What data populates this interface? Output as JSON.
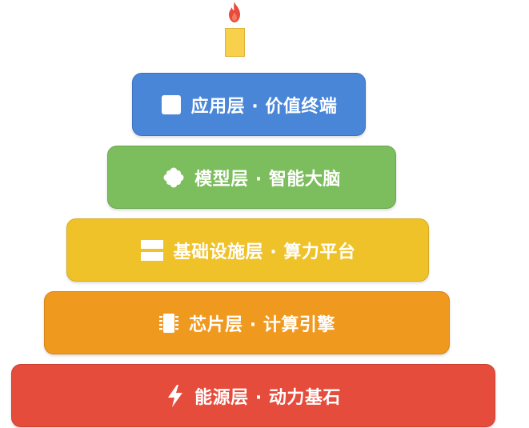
{
  "candle": {
    "flame_icon": "flame-icon",
    "flame_color": "#e84b3c",
    "body_color": "#f9d04c"
  },
  "layers": [
    {
      "label": "应用层 · 价值终端",
      "icon": "square-icon",
      "color": "#4a86d8"
    },
    {
      "label": "模型层 · 智能大脑",
      "icon": "puzzle-icon",
      "color": "#7cbd5d"
    },
    {
      "label": "基础设施层 · 算力平台",
      "icon": "server-icon",
      "color": "#f0c22a"
    },
    {
      "label": "芯片层 · 计算引擎",
      "icon": "chip-icon",
      "color": "#f0991f"
    },
    {
      "label": "能源层 · 动力基石",
      "icon": "bolt-icon",
      "color": "#e64c3c"
    }
  ]
}
